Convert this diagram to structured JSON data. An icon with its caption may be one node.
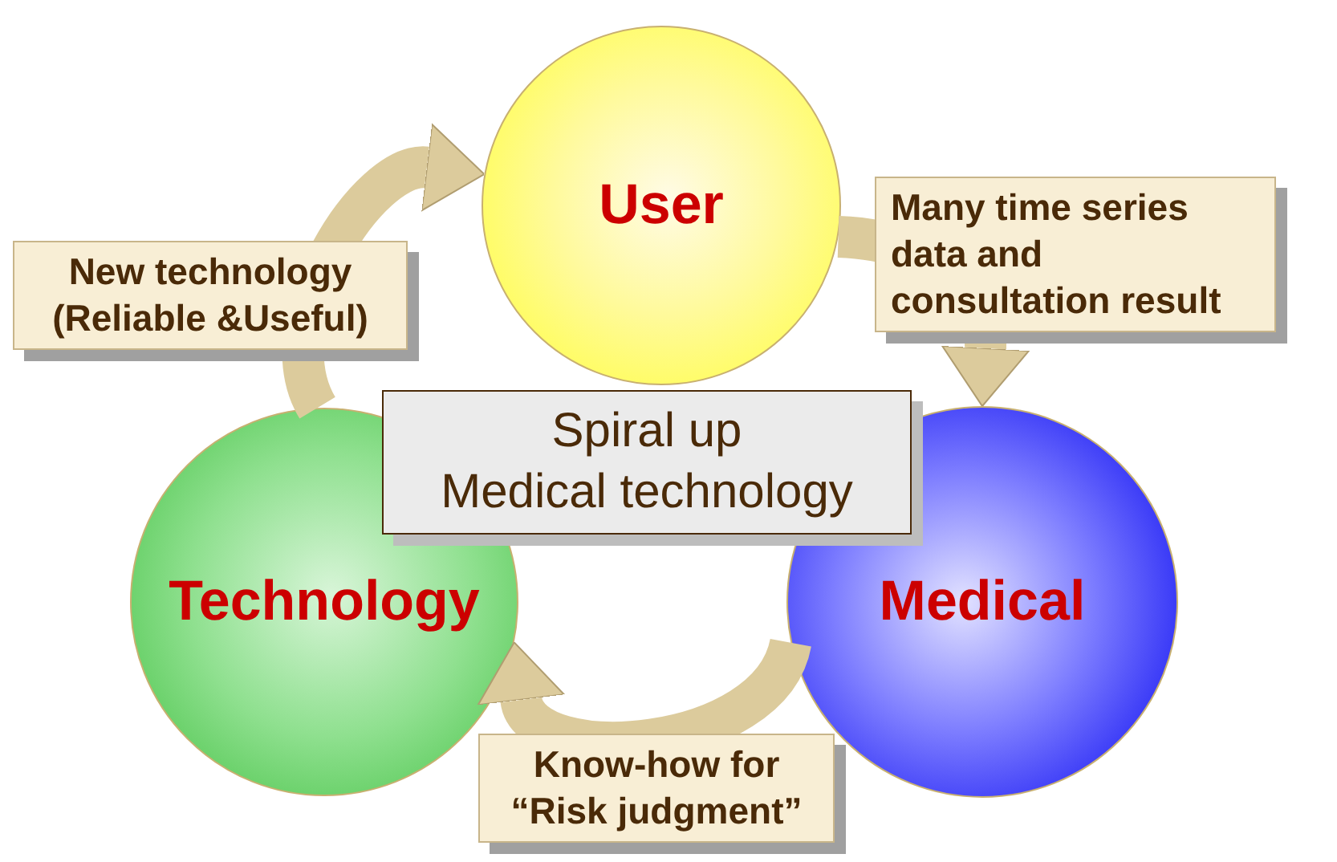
{
  "diagram": {
    "nodes": [
      {
        "text": [
          "User"
        ]
      },
      {
        "text": [
          "Spiral up",
          "Medical technology"
        ]
      },
      {
        "text": [
          "Technology"
        ]
      },
      {
        "text": [
          "Medical"
        ]
      }
    ],
    "edges": [
      {
        "from": 0,
        "to": 3,
        "arrow": "to",
        "label": "Many time series data and consultation result"
      },
      {
        "from": 3,
        "to": 2,
        "arrow": "to",
        "label": "Know-how for “Risk judgment”"
      },
      {
        "from": 2,
        "to": 0,
        "arrow": "to",
        "label": "New technology (Reliable &Useful)"
      }
    ]
  }
}
